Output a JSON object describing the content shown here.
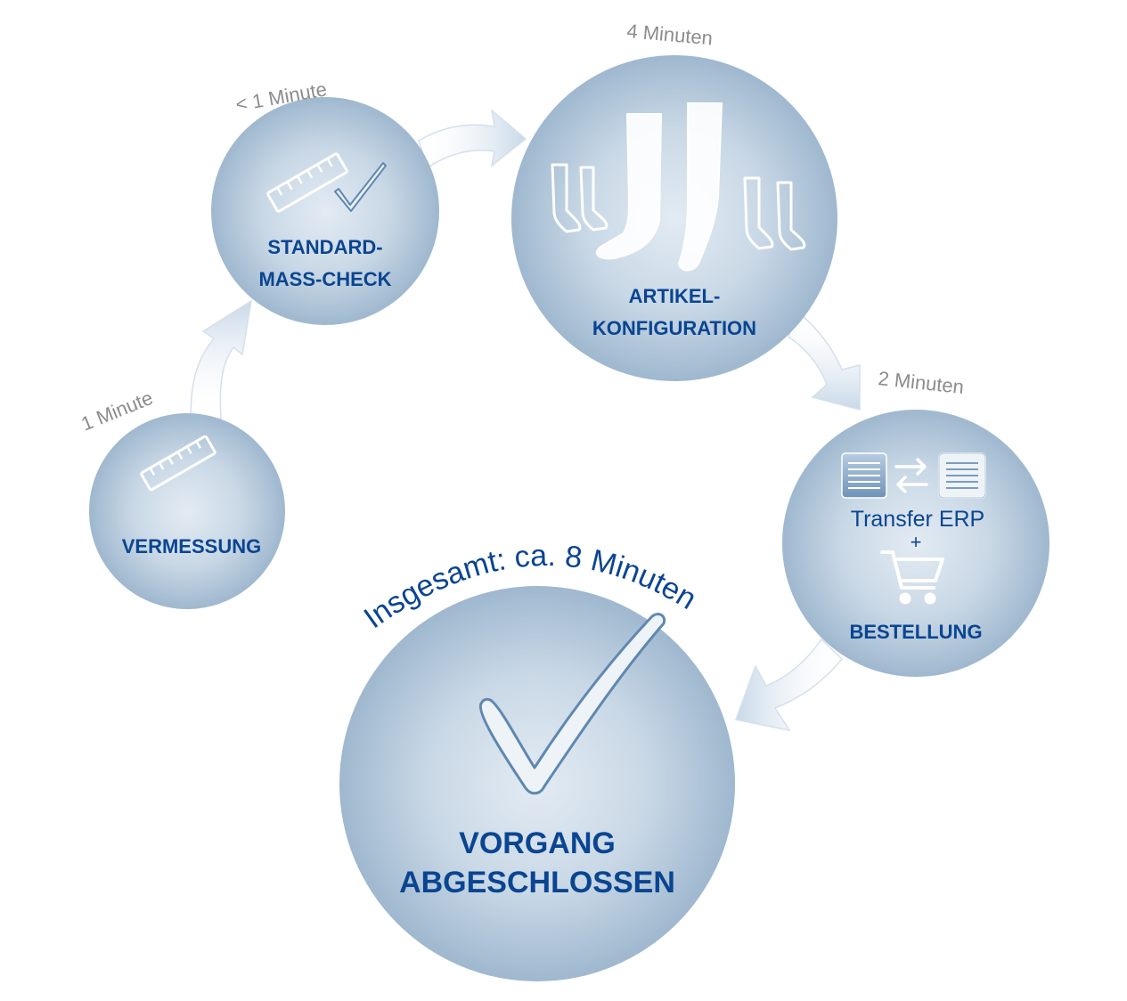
{
  "steps": {
    "vermessung": {
      "label": "VERMESSUNG",
      "time": "1 Minute"
    },
    "mass_check": {
      "label_line1": "STANDARD-",
      "label_line2": "MASS-CHECK",
      "time": "< 1 Minute"
    },
    "konfiguration": {
      "label_line1": "ARTIKEL-",
      "label_line2": "KONFIGURATION",
      "time": "4 Minuten"
    },
    "bestellung": {
      "transfer": "Transfer ERP",
      "plus": "+",
      "label": "BESTELLUNG",
      "time": "2 Minuten"
    },
    "abgeschlossen": {
      "label_line1": "VORGANG",
      "label_line2": "ABGESCHLOSSEN"
    }
  },
  "total": "Insgesamt: ca. 8 Minuten",
  "colors": {
    "circle_light": "#dfe8f1",
    "circle_dark": "#9db7cf",
    "label_blue": "#0a4591",
    "time_gray": "#8c8c8c",
    "icon_white": "#ffffff"
  },
  "icons": [
    "ruler-icon",
    "checkmark-icon",
    "sock-icon",
    "document-icon",
    "transfer-arrows-icon",
    "shopping-cart-icon"
  ]
}
